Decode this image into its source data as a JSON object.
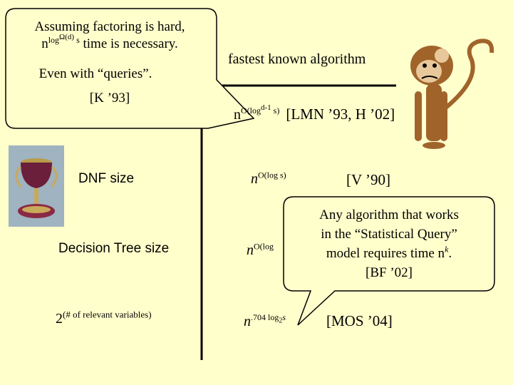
{
  "colors": {
    "background": "#ffffcc",
    "bubble_fill": "#ffffcc",
    "bubble_stroke": "#000000",
    "line": "#000000",
    "goblet": "#6b1f3a",
    "monkey": "#a0642a"
  },
  "icons": [
    "goblet-image",
    "monkey-image"
  ],
  "left_bubble": {
    "line1": "Assuming factoring is hard,",
    "line2_prefix": "n",
    "line2_sup_a": "log",
    "line2_sup_b": "Ω(d)",
    "line2_sup_c": " s",
    "line2_suffix": " time is necessary.",
    "line3": "Even with “queries”.",
    "line4": "[K ’93]"
  },
  "header": {
    "fastest_known": "fastest known algorithm"
  },
  "ac0_row": {
    "base": "n",
    "sup_a": "O(log",
    "sup_b": "d-1",
    "sup_c": " s)",
    "citation": "[LMN ’93, H ’02]"
  },
  "rows": [
    {
      "label": "DNF size",
      "alg_base": "n",
      "alg_sup": "O(log s)",
      "citation": "[V ’90]"
    },
    {
      "label": "Decision Tree size",
      "alg_base": "n",
      "alg_sup": "O(log",
      "citation": ""
    },
    {
      "label_base": "2",
      "label_sup": "(# of relevant variables)",
      "alg_base": "n",
      "alg_sup": ".704 log",
      "alg_sub": "2",
      "alg_tail": "s",
      "citation": "[MOS ’04]"
    }
  ],
  "right_bubble": {
    "line1": "Any algorithm that works",
    "line2": "in the “Statistical Query”",
    "line3_prefix": "model requires time n",
    "line3_sup": "k",
    "line3_suffix": ".",
    "line4": "[BF ’02]"
  }
}
